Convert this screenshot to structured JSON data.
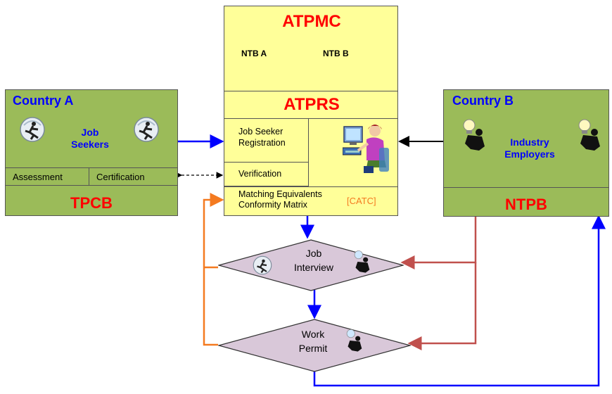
{
  "atpmc": {
    "title": "ATPMC",
    "ntb_a": "NTB A",
    "ntb_b": "NTB B"
  },
  "atprs": {
    "title": "ATPRS",
    "registration": "Job Seeker\nRegistration",
    "verification": "Verification",
    "matching": "Matching Equivalents\nConformity Matrix",
    "catc": "[CATC]"
  },
  "country_a": {
    "title": "Country A",
    "label": "Job\nSeekers",
    "assessment": "Assessment",
    "certification": "Certification",
    "body": "TPCB"
  },
  "country_b": {
    "title": "Country B",
    "label": "Industry\nEmployers",
    "body": "NTPB"
  },
  "job_interview": {
    "label": "Job\nInterview"
  },
  "work_permit": {
    "label": "Work\nPermit"
  },
  "colors": {
    "yellow": "#ffff99",
    "green": "#9bbb59",
    "diamond": "#d9c8d9",
    "red": "#ff0000",
    "blue": "#0000ff",
    "orange": "#f47a20",
    "brown": "#c0504d"
  }
}
